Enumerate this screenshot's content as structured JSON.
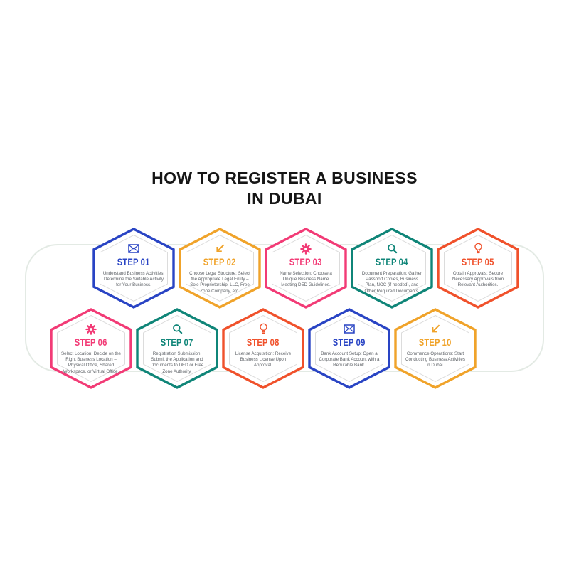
{
  "title": {
    "line1": "HOW TO REGISTER A BUSINESS",
    "line2": "IN DUBAI"
  },
  "colors": {
    "blue": "#2944c4",
    "amber": "#f0a32a",
    "pink": "#f23b76",
    "teal": "#0f8578",
    "orange": "#f0512b",
    "frame_outline": "#e3eae4",
    "inner_hex_outline": "#dcdcdc",
    "body_text": "#5f6368",
    "title_text": "#161616"
  },
  "steps": [
    {
      "label": "STEP 01",
      "icon": "envelope",
      "color": "#2944c4",
      "description": "Understand Business Activities: Determine the Suitable Activity for Your Business."
    },
    {
      "label": "STEP 02",
      "icon": "arrow-down-left",
      "color": "#f0a32a",
      "description": "Choose Legal Structure: Select the Appropriate Legal Entity – Sole Proprietorship, LLC, Free Zone Company, etc."
    },
    {
      "label": "STEP 03",
      "icon": "gear",
      "color": "#f23b76",
      "description": "Name Selection: Choose a Unique Business Name Meeting DED Guidelines."
    },
    {
      "label": "STEP 04",
      "icon": "magnifier",
      "color": "#0f8578",
      "description": "Document Preparation: Gather Passport Copies, Business Plan, NOC (if needed), and Other Required Documents."
    },
    {
      "label": "STEP 05",
      "icon": "lightbulb",
      "color": "#f0512b",
      "description": "Obtain Approvals: Secure Necessary Approvals from Relevant Authorities."
    },
    {
      "label": "STEP 06",
      "icon": "gear",
      "color": "#f23b76",
      "description": "Select Location: Decide on the Right Business Location – Physical Office, Shared Workspace, or Virtual Office."
    },
    {
      "label": "STEP 07",
      "icon": "magnifier",
      "color": "#0f8578",
      "description": "Registration Submission: Submit the Application and Documents to DED or Free Zone Authority."
    },
    {
      "label": "STEP 08",
      "icon": "lightbulb",
      "color": "#f0512b",
      "description": "License Acquisition: Receive Business License Upon Approval."
    },
    {
      "label": "STEP 09",
      "icon": "envelope",
      "color": "#2944c4",
      "description": "Bank Account Setup: Open a Corporate Bank Account with a Reputable Bank."
    },
    {
      "label": "STEP 10",
      "icon": "arrow-down-left",
      "color": "#f0a32a",
      "description": "Commence Operations: Start Conducting Business Activities in Dubai."
    }
  ]
}
